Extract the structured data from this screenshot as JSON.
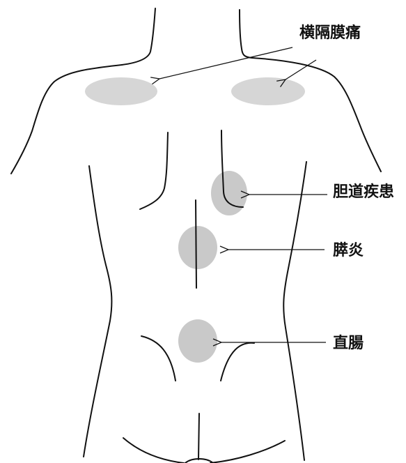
{
  "labels": {
    "diaphragm_pain": "横隔膜痛",
    "biliary_disease": "胆道疾患",
    "pancreatitis": "膵炎",
    "rectum": "直腸"
  },
  "colors": {
    "outline": "#111111",
    "pain_area": "#c9c9c9",
    "pain_area_light": "#d6d6d6"
  }
}
